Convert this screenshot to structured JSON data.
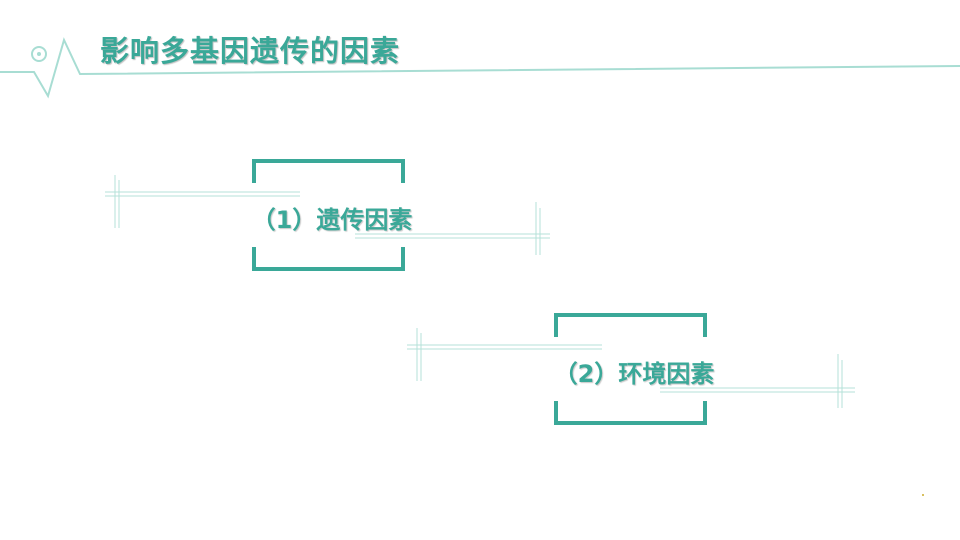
{
  "slide": {
    "title": "影响多基因遗传的因素",
    "items": [
      {
        "label": "（1）遗传因素"
      },
      {
        "label": "（2）环境因素"
      }
    ]
  },
  "colors": {
    "accent": "#3aa898",
    "accent_light": "#a8ddd3",
    "background": "#ffffff"
  }
}
